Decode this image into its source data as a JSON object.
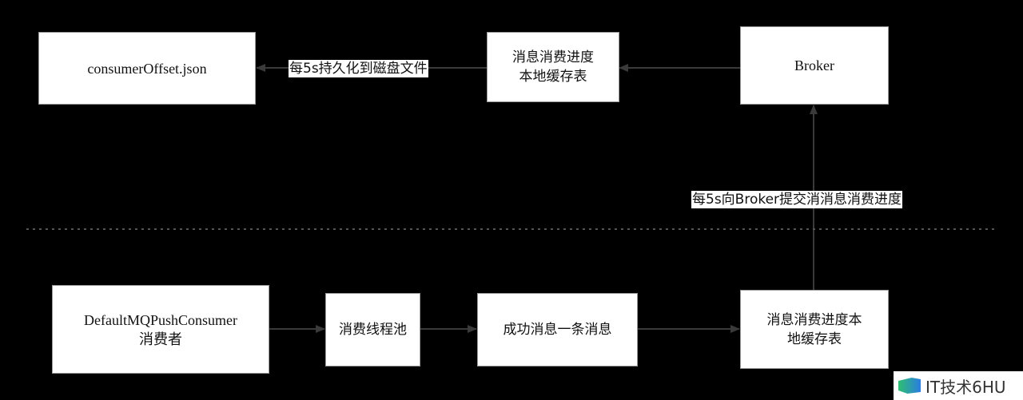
{
  "nodes": {
    "offset_file": "consumerOffset.json",
    "local_cache_top": "消息消费进度\n本地缓存表",
    "broker": "Broker",
    "consumer": "DefaultMQPushConsumer\n消费者",
    "thread_pool": "消费线程池",
    "consume_success": "成功消息一条消息",
    "local_cache_bottom": "消息消费进度本\n地缓存表"
  },
  "edges": {
    "persist_label": "每5s持久化到磁盘文件",
    "commit_label": "每5s向Broker提交消消息消费进度"
  },
  "watermark": "IT技术6HU",
  "colors": {
    "background": "#000000",
    "box": "#ffffff",
    "arrow": "#3a3a3a"
  }
}
